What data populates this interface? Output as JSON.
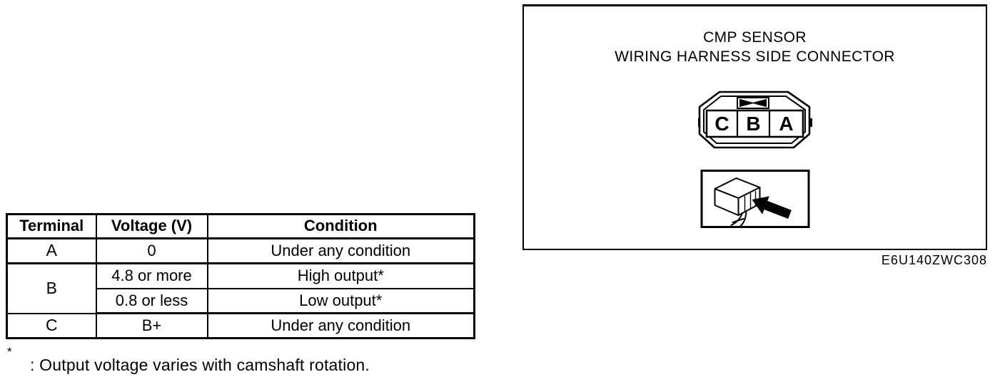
{
  "colors": {
    "ink": "#000000",
    "paper": "#ffffff"
  },
  "table": {
    "headers": [
      "Terminal",
      "Voltage (V)",
      "Condition"
    ],
    "rows": [
      {
        "terminal": "A",
        "voltage": "0",
        "condition": "Under any condition"
      },
      {
        "terminal": "B",
        "voltage": "4.8 or more",
        "condition": "High output*"
      },
      {
        "voltage": "0.8 or less",
        "condition": "Low output*"
      },
      {
        "terminal": "C",
        "voltage": "B+",
        "condition": "Under any condition"
      }
    ]
  },
  "footnote": {
    "marker": "*",
    "text": ": Output voltage varies with camshaft rotation."
  },
  "diagram": {
    "title_line1": "CMP SENSOR",
    "title_line2": "WIRING HARNESS SIDE CONNECTOR",
    "connector": {
      "terminals": [
        "C",
        "B",
        "A"
      ]
    },
    "figure_code": "E6U140ZWC308"
  }
}
